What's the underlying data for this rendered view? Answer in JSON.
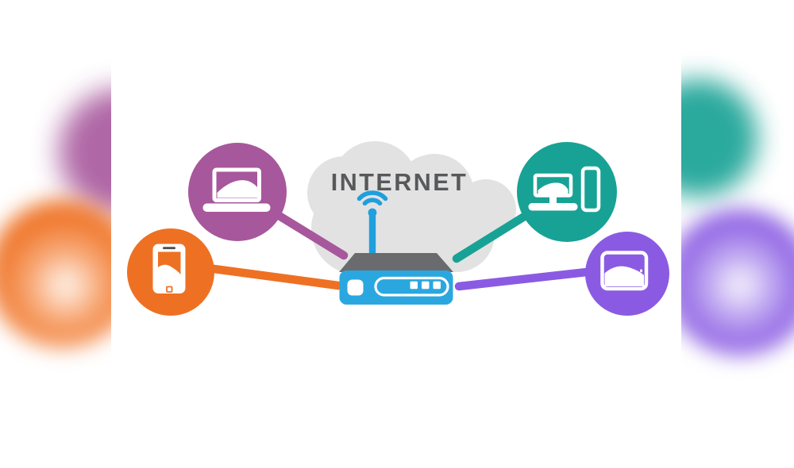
{
  "colors": {
    "background": "#ffffff",
    "cloud_gray": "#e2e2e2",
    "label_gray": "#58595b",
    "magenta": "#a7579c",
    "orange": "#ee7123",
    "teal": "#18a295",
    "violet": "#8a5be2",
    "router_blue": "#2ba7e0",
    "router_top_gray": "#6a6b6e",
    "wifi_blue": "#1f9fdd",
    "phone_speaker": "#4f4f51",
    "icon_white": "#ffffff"
  },
  "diagram": {
    "cloud_label": "INTERNET",
    "type": "network-diagram",
    "hub": {
      "id": "wifi-router",
      "icon": "router-icon",
      "color": "#2ba7e0"
    },
    "nodes": [
      {
        "id": "laptop",
        "icon": "laptop-icon",
        "color": "#a7579c",
        "position": "upper-left"
      },
      {
        "id": "smartphone",
        "icon": "smartphone-icon",
        "color": "#ee7123",
        "position": "lower-left"
      },
      {
        "id": "desktop-computer",
        "icon": "desktop-computer-icon",
        "color": "#18a295",
        "position": "upper-right"
      },
      {
        "id": "tablet",
        "icon": "tablet-icon",
        "color": "#8a5be2",
        "position": "lower-right"
      }
    ],
    "connections": [
      {
        "from": "laptop",
        "to": "wifi-router",
        "color": "#a7579c"
      },
      {
        "from": "smartphone",
        "to": "wifi-router",
        "color": "#ee7123"
      },
      {
        "from": "desktop-computer",
        "to": "wifi-router",
        "color": "#18a295"
      },
      {
        "from": "tablet",
        "to": "wifi-router",
        "color": "#8a5be2"
      }
    ]
  }
}
